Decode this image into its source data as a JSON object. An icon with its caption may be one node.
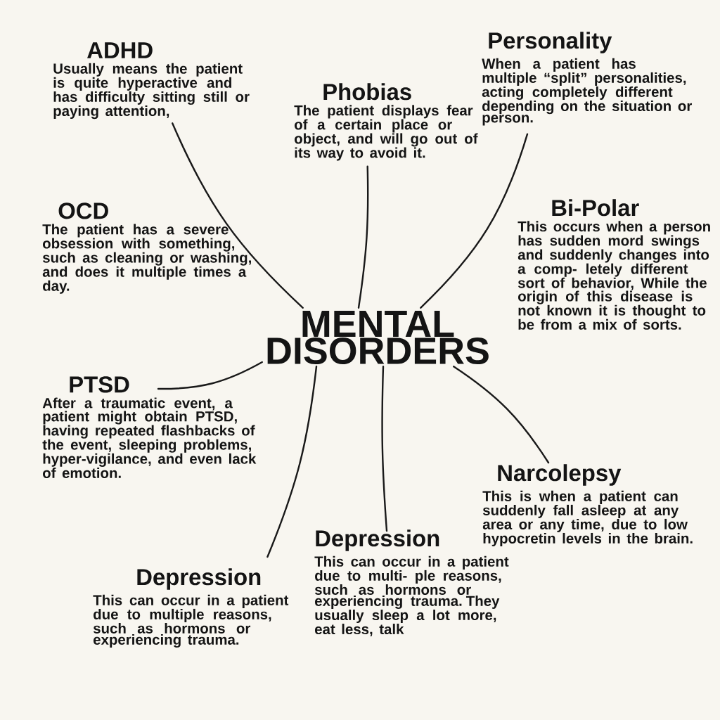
{
  "diagram": {
    "nodes": [
      {
        "text": [
          "MENTAL DISORDERS"
        ]
      },
      {
        "text": [
          "ADHD",
          "Usually means the patient is quite hyperactive and has difficulty sitting still or paying attention,"
        ]
      },
      {
        "text": [
          "Phobias",
          "The patient displays fear of a certain place or object, and will go out of its way to avoid it."
        ]
      },
      {
        "text": [
          "Personality",
          "When a patient has multiple “split” personalities, acting completely different depending on the situation or person."
        ]
      },
      {
        "text": [
          "OCD",
          "The patient has a severe obsession with something, such as cleaning or washing, and does it multiple times a day."
        ]
      },
      {
        "text": [
          "Bi-Polar",
          "This occurs when a person has sudden mord swings and suddenly changes into a comp- letely different sort of behavior, While the origin of this disease is not known it is thought to be from a mix of sorts."
        ]
      },
      {
        "text": [
          "PTSD",
          "After a traumatic event, a patient might obtain PTSD, having repeated flashbacks of the event, sleeping problems, hyper-vigilance, and even lack of emotion."
        ]
      },
      {
        "text": [
          "Narcolepsy",
          "This is when a patient can suddenly fall asleep at any area or any time, due to low hypocretin levels in the brain."
        ]
      },
      {
        "text": [
          "Depression",
          "This can occur in a patient due to multiple reasons, such as hormons or experiencing trauma."
        ]
      },
      {
        "text": [
          "Depression",
          "This can occur in a patient due to multi- ple reasons, such as hormons or experiencing trauma. They usually sleep a lot more, eat less, talk"
        ]
      }
    ],
    "edges": [
      {
        "from": 0,
        "to": 1,
        "arrow": "none"
      },
      {
        "from": 0,
        "to": 2,
        "arrow": "none"
      },
      {
        "from": 0,
        "to": 3,
        "arrow": "none"
      },
      {
        "from": 0,
        "to": 6,
        "arrow": "none"
      },
      {
        "from": 0,
        "to": 8,
        "arrow": "none"
      },
      {
        "from": 0,
        "to": 9,
        "arrow": "none"
      },
      {
        "from": 0,
        "to": 7,
        "arrow": "none"
      }
    ]
  }
}
